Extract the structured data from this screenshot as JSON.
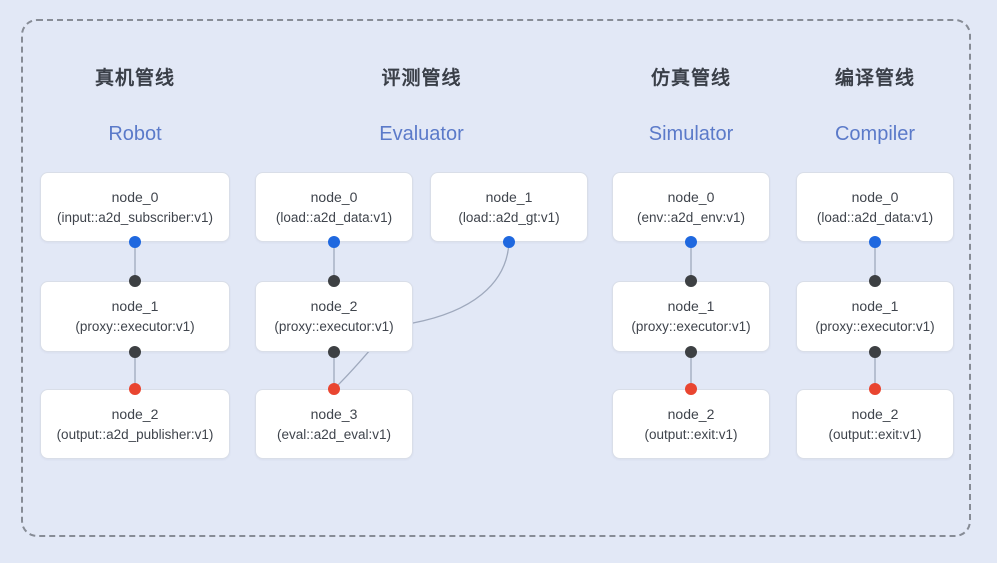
{
  "diagram": {
    "frame": {
      "style": "dashed-rounded-rectangle"
    },
    "colors": {
      "background": "#e2e8f6",
      "frame_border": "#878c96",
      "node_fill": "#ffffff",
      "node_border": "#d9dee8",
      "edge_line": "#9fa9bd",
      "title_text": "#3a3f48",
      "subtitle_text": "#5b7ac9",
      "node_text": "#3f444c",
      "dot_blue": "#1f68df",
      "dot_black": "#3d4043",
      "dot_red": "#e94530"
    },
    "pipelines": [
      {
        "title_zh": "真机管线",
        "title_en": "Robot",
        "nodes": [
          {
            "label": "node_0",
            "sub": "(input::a2d_subscriber:v1)"
          },
          {
            "label": "node_1",
            "sub": "(proxy::executor:v1)"
          },
          {
            "label": "node_2",
            "sub": "(output::a2d_publisher:v1)"
          }
        ]
      },
      {
        "title_zh": "评测管线",
        "title_en": "Evaluator",
        "nodes": [
          {
            "label": "node_0",
            "sub": "(load::a2d_data:v1)"
          },
          {
            "label": "node_1",
            "sub": "(load::a2d_gt:v1)"
          },
          {
            "label": "node_2",
            "sub": "(proxy::executor:v1)"
          },
          {
            "label": "node_3",
            "sub": "(eval::a2d_eval:v1)"
          }
        ]
      },
      {
        "title_zh": "仿真管线",
        "title_en": "Simulator",
        "nodes": [
          {
            "label": "node_0",
            "sub": "(env::a2d_env:v1)"
          },
          {
            "label": "node_1",
            "sub": "(proxy::executor:v1)"
          },
          {
            "label": "node_2",
            "sub": "(output::exit:v1)"
          }
        ]
      },
      {
        "title_zh": "编译管线",
        "title_en": "Compiler",
        "nodes": [
          {
            "label": "node_0",
            "sub": "(load::a2d_data:v1)"
          },
          {
            "label": "node_1",
            "sub": "(proxy::executor:v1)"
          },
          {
            "label": "node_2",
            "sub": "(output::exit:v1)"
          }
        ]
      }
    ]
  }
}
